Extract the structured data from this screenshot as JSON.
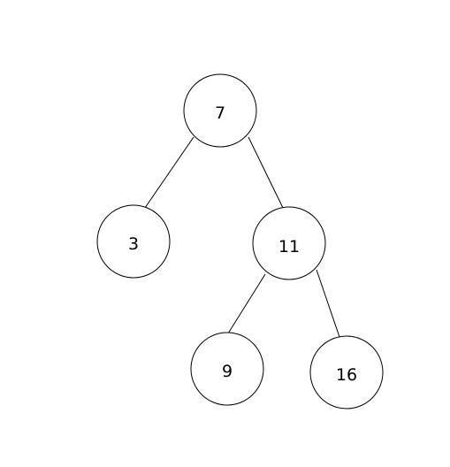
{
  "tree": {
    "nodes": [
      {
        "id": "n7",
        "label": "7"
      },
      {
        "id": "n3",
        "label": "3"
      },
      {
        "id": "n11",
        "label": "11"
      },
      {
        "id": "n9",
        "label": "9"
      },
      {
        "id": "n16",
        "label": "16"
      }
    ],
    "edges": [
      {
        "from": "n7",
        "to": "n3"
      },
      {
        "from": "n7",
        "to": "n11"
      },
      {
        "from": "n11",
        "to": "n9"
      },
      {
        "from": "n11",
        "to": "n16"
      }
    ]
  }
}
